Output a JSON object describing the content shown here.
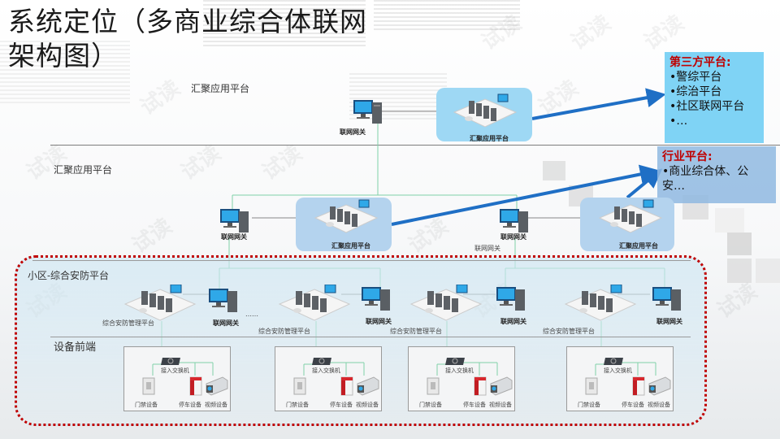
{
  "title": "系统定位（多商业综合体联网架构图）",
  "watermark": "试读",
  "layers": {
    "top": {
      "label": "汇聚应用平台"
    },
    "middle": {
      "label": "汇聚应用平台"
    },
    "community": {
      "label": "小区-综合安防平台"
    },
    "front_end": {
      "label": "设备前端"
    }
  },
  "top_layer": {
    "gateway_label": "联网网关",
    "platform_label": "汇聚应用平台"
  },
  "middle_layer": {
    "nodes": [
      {
        "gateway_label": "联网网关",
        "platform_label": "汇聚应用平台"
      },
      {
        "gateway_label": "联网网关",
        "platform_label": "汇聚应用平台"
      }
    ],
    "extra_label": "联网网关"
  },
  "community_layer": {
    "ellipsis": "……",
    "nodes": [
      {
        "platform_label": "综合安防管理平台",
        "gateway_label": "联网网关"
      },
      {
        "platform_label": "综合安防管理平台",
        "gateway_label": "联网网关"
      },
      {
        "platform_label": "综合安防管理平台",
        "gateway_label": "联网网关"
      },
      {
        "platform_label": "综合安防管理平台",
        "gateway_label": "联网网关"
      }
    ]
  },
  "device_groups": [
    {
      "switch": "接入交换机",
      "access": "门禁设备",
      "parking": "停车设备",
      "video": "视频设备"
    },
    {
      "switch": "接入交换机",
      "access": "门禁设备",
      "parking": "停车设备",
      "video": "视频设备"
    },
    {
      "switch": "接入交换机",
      "access": "门禁设备",
      "parking": "停车设备",
      "video": "视频设备"
    },
    {
      "switch": "接入交换机",
      "access": "门禁设备",
      "parking": "停车设备",
      "video": "视频设备"
    }
  ],
  "third_party": {
    "heading": "第三方平台:",
    "items": [
      "•警综平台",
      "•综治平台",
      "•社区联网平台",
      "•…"
    ]
  },
  "industry": {
    "heading": "行业平台:",
    "items": [
      "•商业综合体、公",
      "安…"
    ]
  },
  "colors": {
    "heading_red": "#c00000",
    "arrow_blue": "#1f6fc5",
    "link_green": "#7fd1a8",
    "third_party_bg": "#7fd3f5",
    "industry_bg": "#8fb8e0",
    "zone_border": "#c00000"
  }
}
